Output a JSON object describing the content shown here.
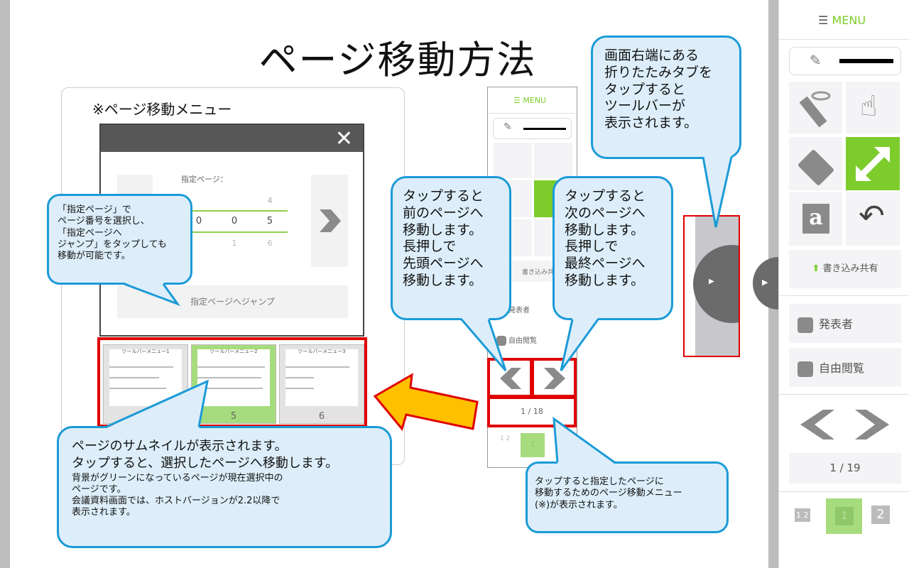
{
  "title": "ページ移動方法",
  "card_label": "※ページ移動メニュー",
  "modal": {
    "close_icon": "close-icon",
    "specified_page_label": "指定ページ：",
    "picker": {
      "above": [
        "",
        "",
        "4"
      ],
      "selected": [
        "0",
        "0",
        "5"
      ],
      "below": [
        "",
        "1",
        "6"
      ]
    },
    "jump_button": "指定ページへジャンプ"
  },
  "thumbnails": [
    {
      "title": "ツールバーメニュー1",
      "number": "",
      "selected": false
    },
    {
      "title": "ツールバーメニュー2",
      "number": "5",
      "selected": true
    },
    {
      "title": "ツールバーメニュー3",
      "number": "6",
      "selected": false
    }
  ],
  "callouts": {
    "toolbar_tab": [
      "画面右端にある",
      "折りたたみタブを",
      "タップすると",
      "ツールバーが",
      "表示されます。"
    ],
    "prev": [
      "タップすると",
      "前のページへ",
      "移動します。",
      "長押しで",
      "先頭ページへ",
      "移動します。"
    ],
    "next": [
      "タップすると",
      "次のページへ",
      "移動します。",
      "長押しで",
      "最終ページへ",
      "移動します。"
    ],
    "specified": [
      "「指定ページ」で",
      "ページ番号を選択し、",
      "「指定ページへ",
      "ジャンプ」をタップしても",
      "移動が可能です。"
    ],
    "thumbnails_main": [
      "ページのサムネイルが表示されます。",
      "タップすると、選択したページへ移動します。"
    ],
    "thumbnails_sub": [
      "背景がグリーンになっているページが現在選択中の",
      "ページです。",
      "会議資料画面では、ホストバージョンが2.2以降で",
      "表示されます。"
    ],
    "page_counter": [
      "タップすると指定したページに",
      "移動するためのページ移動メニュー",
      "(※)が表示されます。"
    ]
  },
  "phone": {
    "menu": "MENU",
    "share": "書き込み共",
    "presenter": "発表者",
    "free_browse": "自由閲覧",
    "page_counter": "1 / 18",
    "pages": [
      "1 2",
      "1"
    ]
  },
  "sidebar": {
    "menu": "MENU",
    "share": "書き込み共有",
    "presenter": "発表者",
    "free_browse": "自由閲覧",
    "page_counter": "1 / 19",
    "page_modes": [
      "1 2",
      "1",
      "2"
    ]
  },
  "colors": {
    "accent_green": "#7ccc2c",
    "callout_border": "#1b9bd7",
    "callout_fill": "#ddeefa",
    "highlight_red": "#e00000",
    "arrow_orange": "#ffc000"
  }
}
